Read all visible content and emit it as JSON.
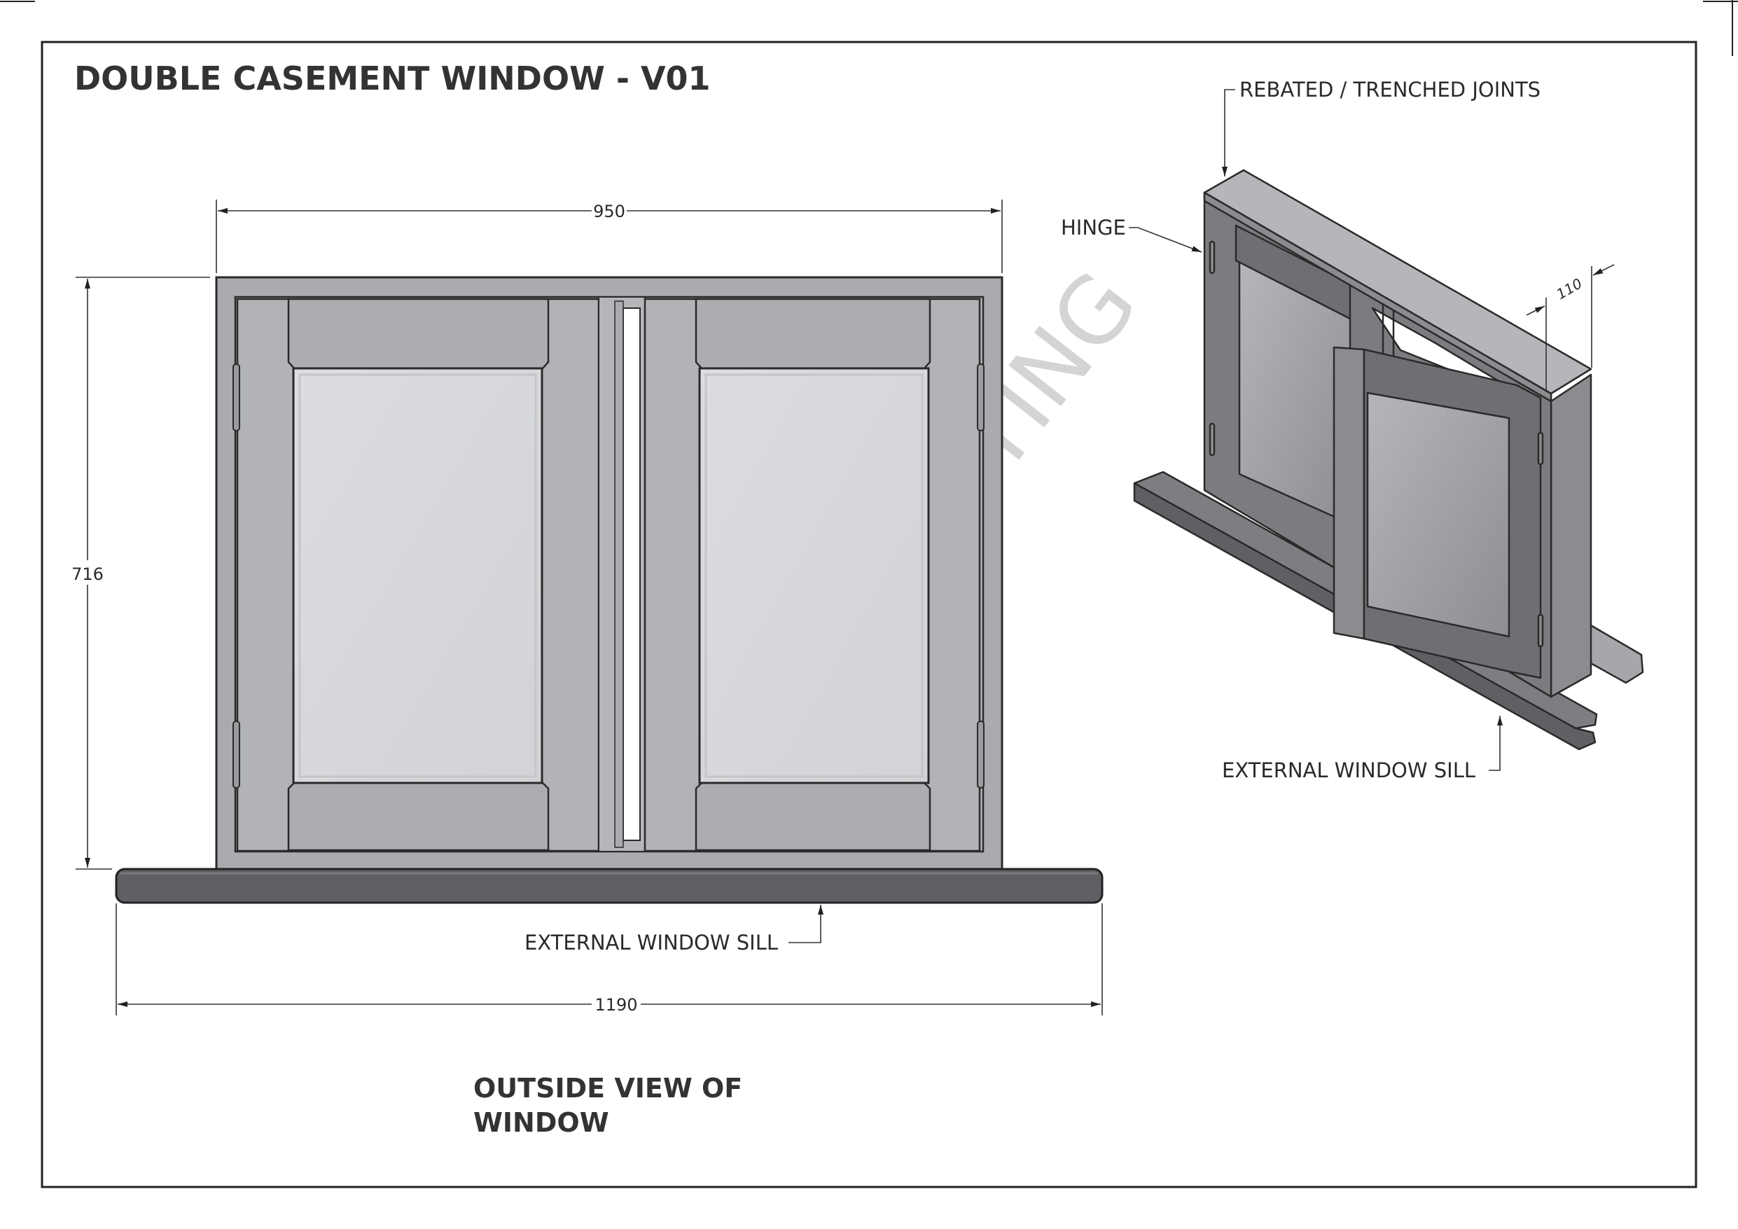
{
  "title": "DOUBLE CASEMENT WINDOW - V01",
  "outside_view": {
    "caption_line1": "OUTSIDE VIEW OF",
    "caption_line2": "WINDOW",
    "dim_width": "950",
    "dim_height": "716",
    "dim_sill_width": "1190",
    "sill_label": "EXTERNAL WINDOW SILL"
  },
  "iso_view": {
    "joints_label": "REBATED / TRENCHED JOINTS",
    "hinge_label": "HINGE",
    "depth_dim": "110",
    "sill_label": "EXTERNAL WINDOW SILL"
  },
  "watermark": "FTING",
  "colors": {
    "frame": "#a9abae",
    "sash": "#b1b3b6",
    "glass": "#d8d9dc",
    "sill": "#5f6063",
    "iso_dark": "#6e6f72",
    "iso_mid": "#8b8c8f",
    "iso_light": "#a6a7aa"
  }
}
